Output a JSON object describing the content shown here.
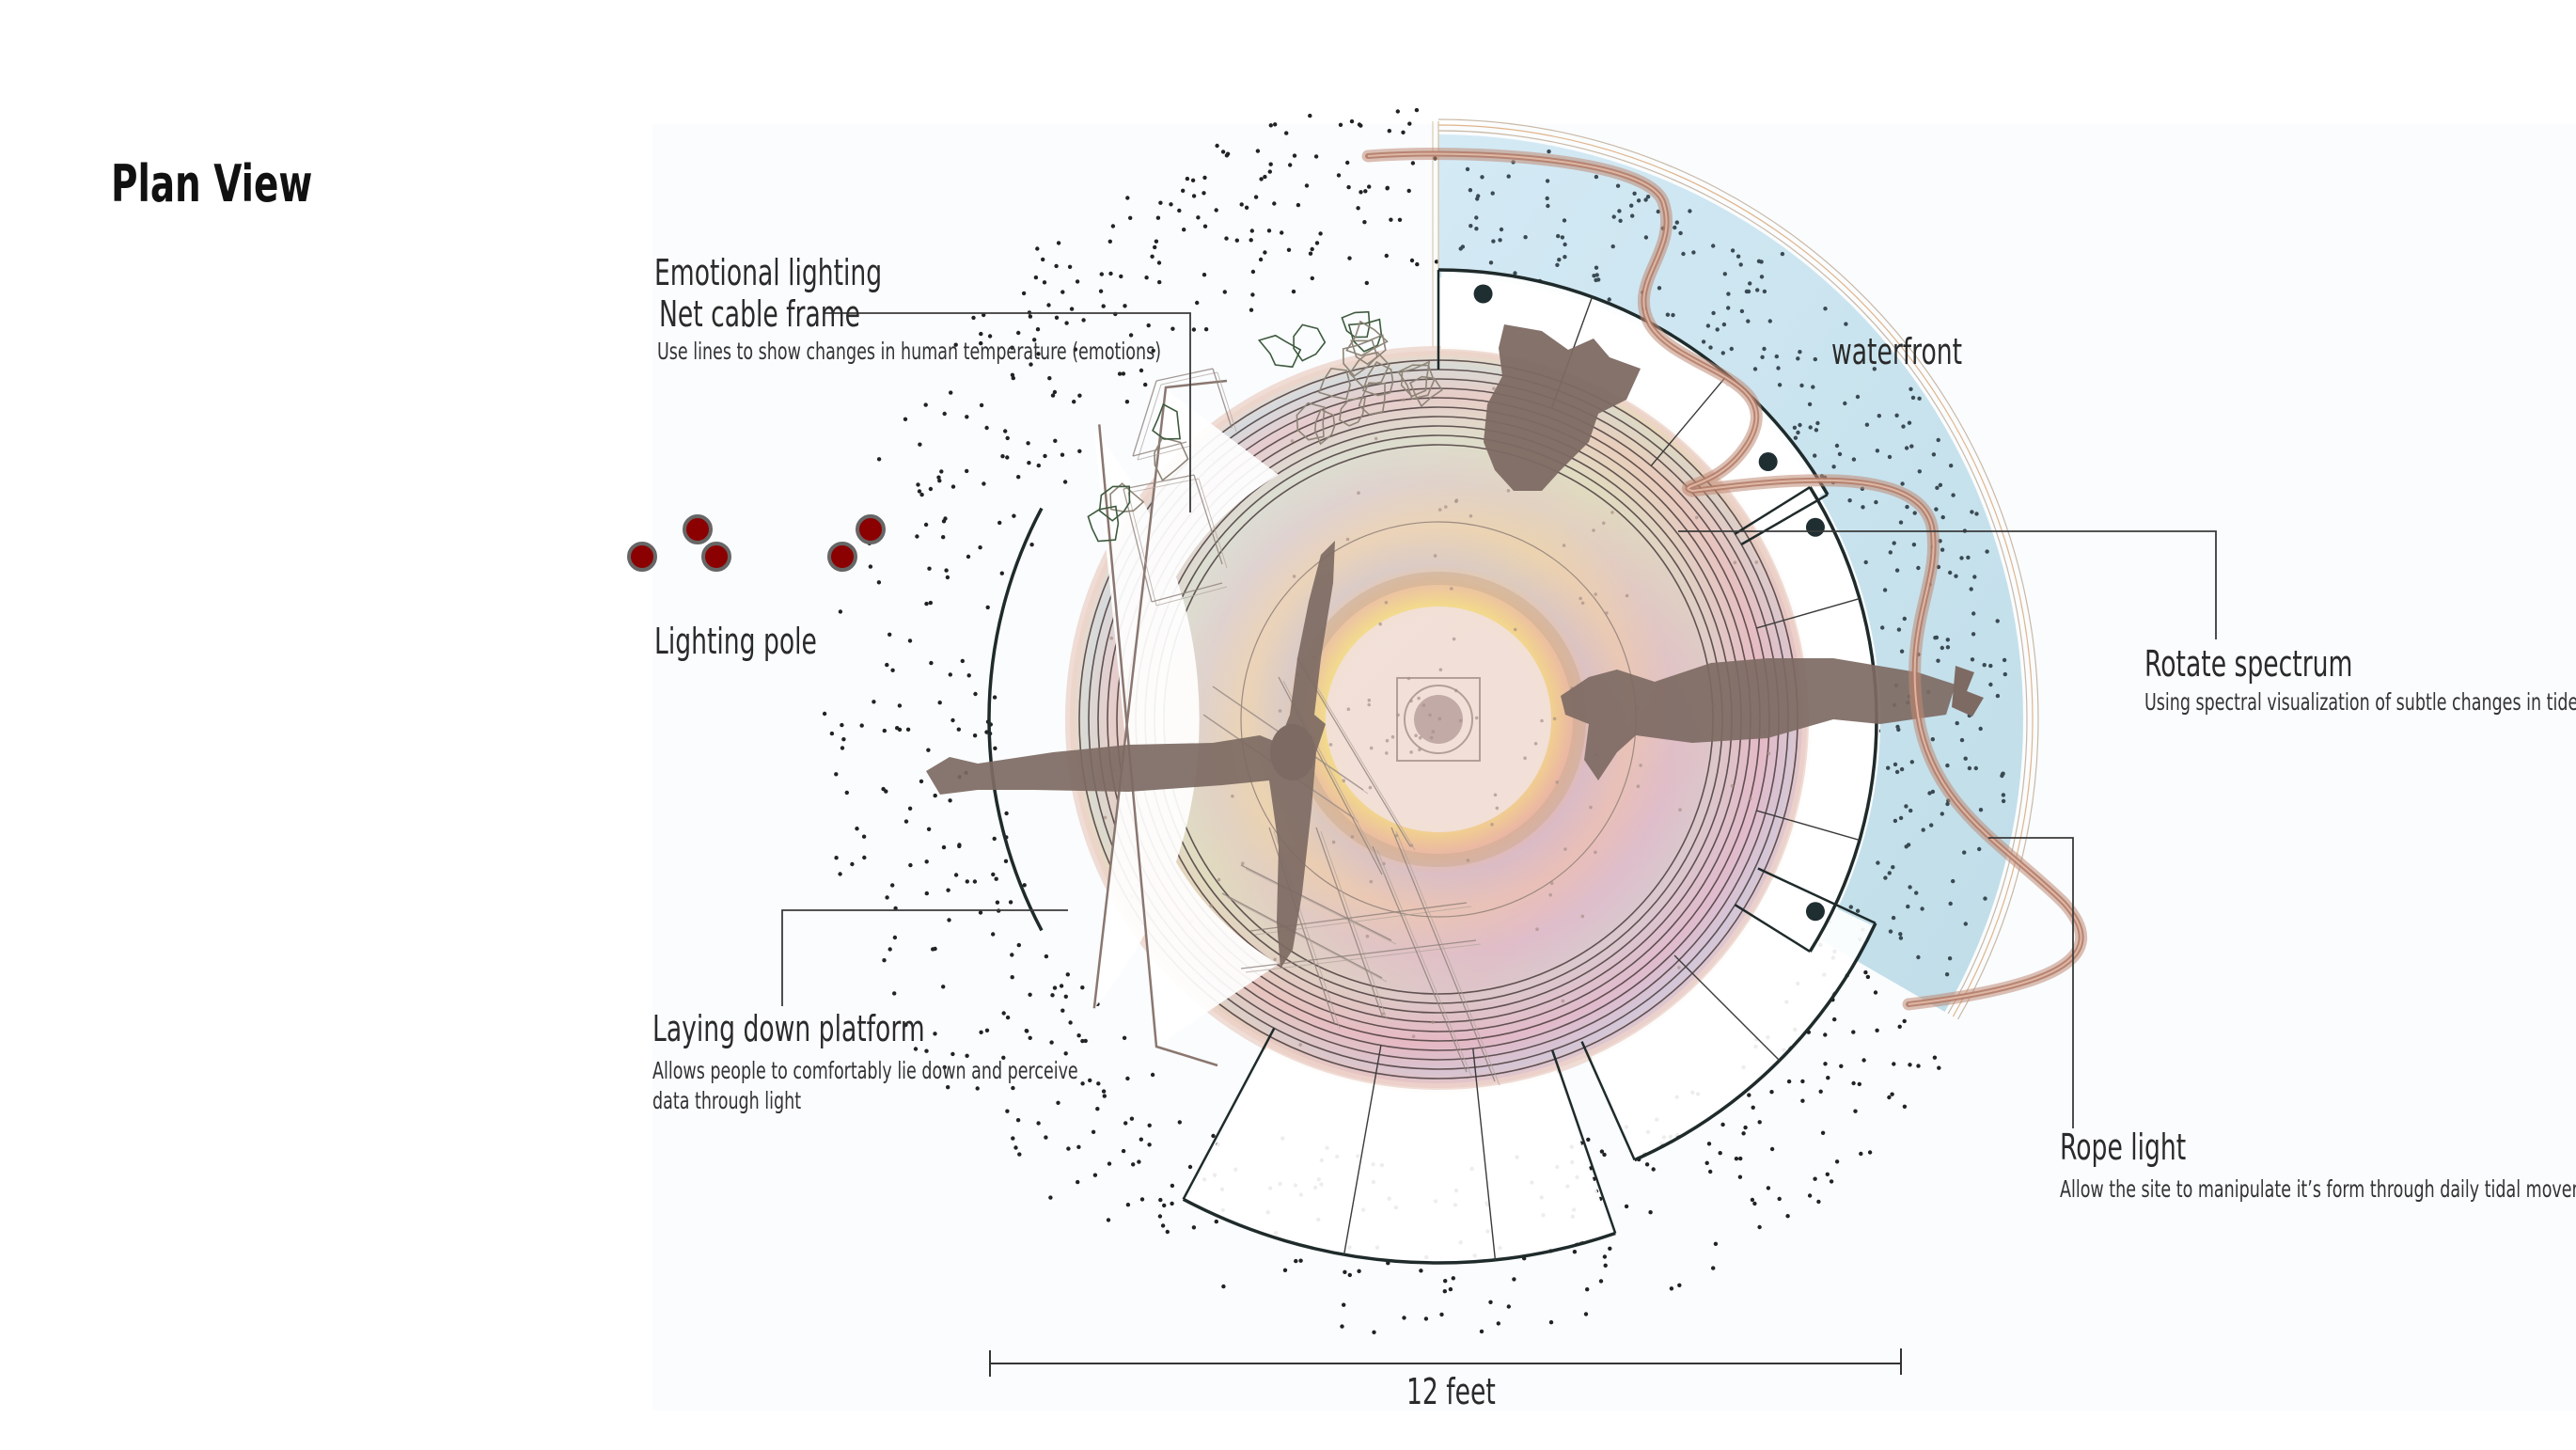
{
  "page": {
    "title": "Plan View"
  },
  "annotations": {
    "emotional_lighting": {
      "heading": "Emotional lighting",
      "subheading": "Net cable frame",
      "description": "Use lines to show changes in human temperature (emotions)"
    },
    "lighting_pole": {
      "heading": "Lighting pole",
      "pole_count": 5,
      "pole_color": "#8b0000"
    },
    "laying_platform": {
      "heading": "Laying down  platform",
      "description_line1": "Allows people to comfortably lie down and perceive",
      "description_line2": "data through light"
    },
    "waterfront": {
      "label": "waterfront",
      "color": "#cfe6f1"
    },
    "rotate_spectrum": {
      "heading": "Rotate spectrum",
      "description": "Using spectral visualization of subtle changes in tides"
    },
    "rope_light": {
      "heading": "Rope light",
      "description": "Allow the site to manipulate it’s form through daily tidal movements",
      "color": "#c08a74"
    }
  },
  "scale_bar": {
    "label": "12 feet"
  },
  "colors": {
    "platform_outline": "#1f2a2a",
    "silhouette": "#7d6a63",
    "spectrum": [
      "#f3d9c8",
      "#e8c8d6",
      "#d9c7e3",
      "#c9dbe6",
      "#f2d98c",
      "#e9a7a0",
      "#cdb6dd"
    ]
  }
}
